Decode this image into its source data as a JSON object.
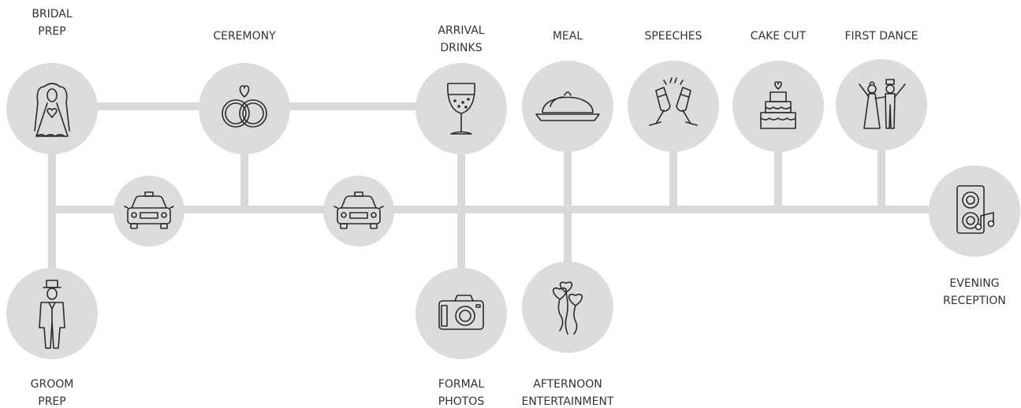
{
  "colors": {
    "connector": "#d9d9d9",
    "node_fill": "#dcdcdc",
    "icon_stroke": "#2b2b2b",
    "label_text": "#333333"
  },
  "events": [
    {
      "id": "bridal-prep",
      "label": [
        "BRIDAL",
        "PREP"
      ],
      "icon": "bride-icon"
    },
    {
      "id": "ceremony",
      "label": [
        "CEREMONY"
      ],
      "icon": "wedding-rings-icon"
    },
    {
      "id": "arrival-drinks",
      "label": [
        "ARRIVAL",
        "DRINKS"
      ],
      "icon": "wine-glass-icon"
    },
    {
      "id": "meal",
      "label": [
        "MEAL"
      ],
      "icon": "cloche-icon"
    },
    {
      "id": "speeches",
      "label": [
        "SPEECHES"
      ],
      "icon": "champagne-toast-icon"
    },
    {
      "id": "cake-cut",
      "label": [
        "CAKE CUT"
      ],
      "icon": "wedding-cake-icon"
    },
    {
      "id": "first-dance",
      "label": [
        "FIRST DANCE"
      ],
      "icon": "dancing-couple-icon"
    },
    {
      "id": "groom-prep",
      "label": [
        "GROOM",
        "PREP"
      ],
      "icon": "groom-icon"
    },
    {
      "id": "formal-photos",
      "label": [
        "FORMAL",
        "PHOTOS"
      ],
      "icon": "camera-icon"
    },
    {
      "id": "afternoon-entertainment",
      "label": [
        "AFTERNOON",
        "ENTERTAINMENT"
      ],
      "icon": "heart-balloons-icon"
    },
    {
      "id": "evening-reception",
      "label": [
        "EVENING",
        "RECEPTION"
      ],
      "icon": "speaker-music-icon"
    }
  ],
  "transport": [
    {
      "id": "car-1",
      "icon": "car-icon"
    },
    {
      "id": "car-2",
      "icon": "car-icon"
    }
  ]
}
